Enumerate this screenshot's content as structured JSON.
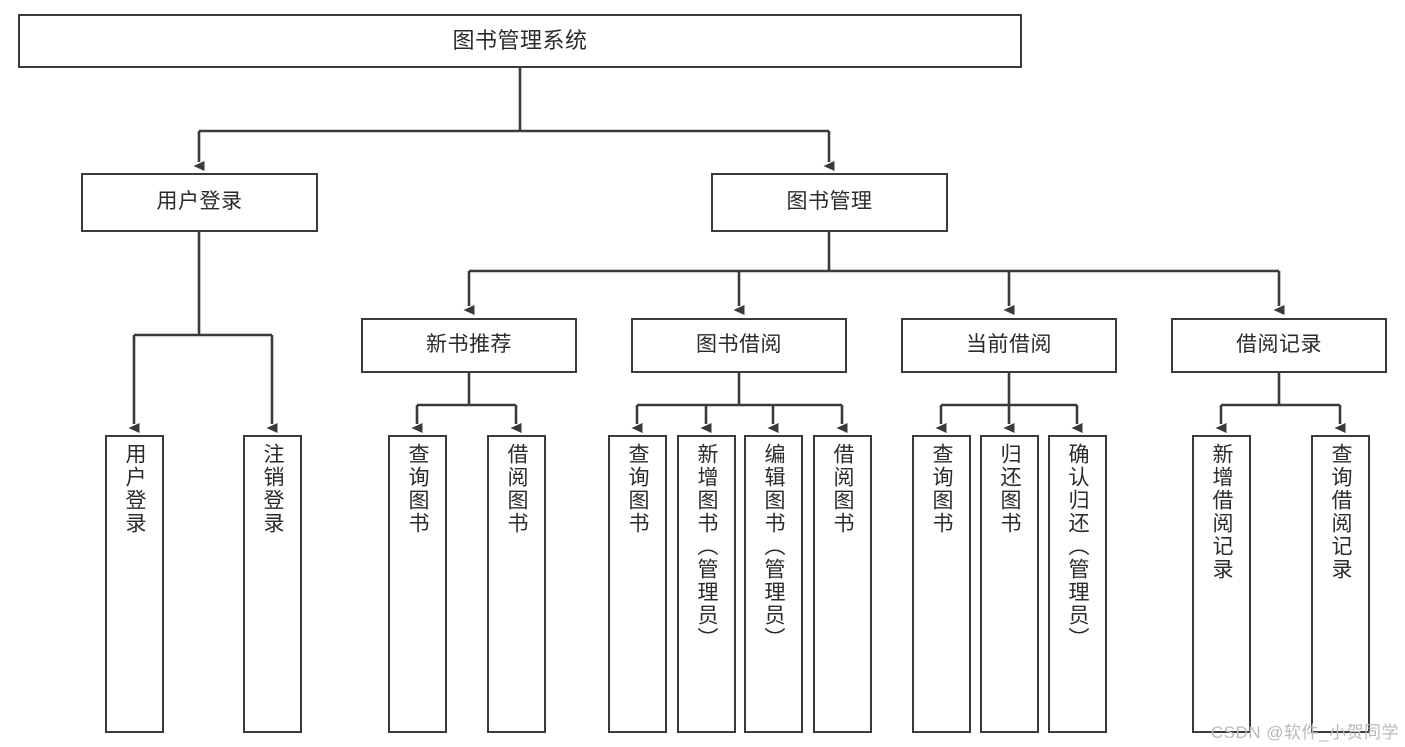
{
  "diagram": {
    "type": "tree-hierarchy",
    "title": "图书管理系统",
    "watermark": "CSDN @软件_小贺同学",
    "colors": {
      "node_border": "#3a3a3a",
      "node_fill": "#ffffff",
      "edge": "#3a3a3a",
      "text": "#2b2b2b",
      "watermark": "#b9b9b9",
      "background": "#ffffff"
    },
    "nodes": {
      "root": {
        "label": "图书管理系统"
      },
      "level2": [
        {
          "id": "user-login",
          "label": "用户登录"
        },
        {
          "id": "book-manage",
          "label": "图书管理"
        }
      ],
      "level3": [
        {
          "id": "new-book-recommend",
          "label": "新书推荐"
        },
        {
          "id": "book-borrow",
          "label": "图书借阅"
        },
        {
          "id": "current-borrow",
          "label": "当前借阅"
        },
        {
          "id": "borrow-record",
          "label": "借阅记录"
        }
      ],
      "leaves": {
        "user_login": [
          {
            "id": "leaf-user-login",
            "label": "用户登录"
          },
          {
            "id": "leaf-logout-login",
            "label": "注销登录"
          }
        ],
        "new_book_recommend": [
          {
            "id": "leaf-query-book-1",
            "label": "查询图书"
          },
          {
            "id": "leaf-borrow-book-1",
            "label": "借阅图书"
          }
        ],
        "book_borrow": [
          {
            "id": "leaf-query-book-2",
            "label": "查询图书"
          },
          {
            "id": "leaf-add-book",
            "label": "新增图书（管理员）"
          },
          {
            "id": "leaf-edit-book",
            "label": "编辑图书（管理员）"
          },
          {
            "id": "leaf-borrow-book-2",
            "label": "借阅图书"
          }
        ],
        "current_borrow": [
          {
            "id": "leaf-query-book-3",
            "label": "查询图书"
          },
          {
            "id": "leaf-return-book",
            "label": "归还图书"
          },
          {
            "id": "leaf-confirm-return",
            "label": "确认归还（管理员）"
          }
        ],
        "borrow_record": [
          {
            "id": "leaf-add-record",
            "label": "新增借阅记录"
          },
          {
            "id": "leaf-query-record",
            "label": "查询借阅记录"
          }
        ]
      }
    },
    "edges": [
      {
        "from": "图书管理系统",
        "to": "用户登录"
      },
      {
        "from": "图书管理系统",
        "to": "图书管理"
      },
      {
        "from": "用户登录",
        "to": "用户登录"
      },
      {
        "from": "用户登录",
        "to": "注销登录"
      },
      {
        "from": "图书管理",
        "to": "新书推荐"
      },
      {
        "from": "图书管理",
        "to": "图书借阅"
      },
      {
        "from": "图书管理",
        "to": "当前借阅"
      },
      {
        "from": "图书管理",
        "to": "借阅记录"
      },
      {
        "from": "新书推荐",
        "to": "查询图书"
      },
      {
        "from": "新书推荐",
        "to": "借阅图书"
      },
      {
        "from": "图书借阅",
        "to": "查询图书"
      },
      {
        "from": "图书借阅",
        "to": "新增图书（管理员）"
      },
      {
        "from": "图书借阅",
        "to": "编辑图书（管理员）"
      },
      {
        "from": "图书借阅",
        "to": "借阅图书"
      },
      {
        "from": "当前借阅",
        "to": "查询图书"
      },
      {
        "from": "当前借阅",
        "to": "归还图书"
      },
      {
        "from": "当前借阅",
        "to": "确认归还（管理员）"
      },
      {
        "from": "借阅记录",
        "to": "新增借阅记录"
      },
      {
        "from": "借阅记录",
        "to": "查询借阅记录"
      }
    ]
  }
}
